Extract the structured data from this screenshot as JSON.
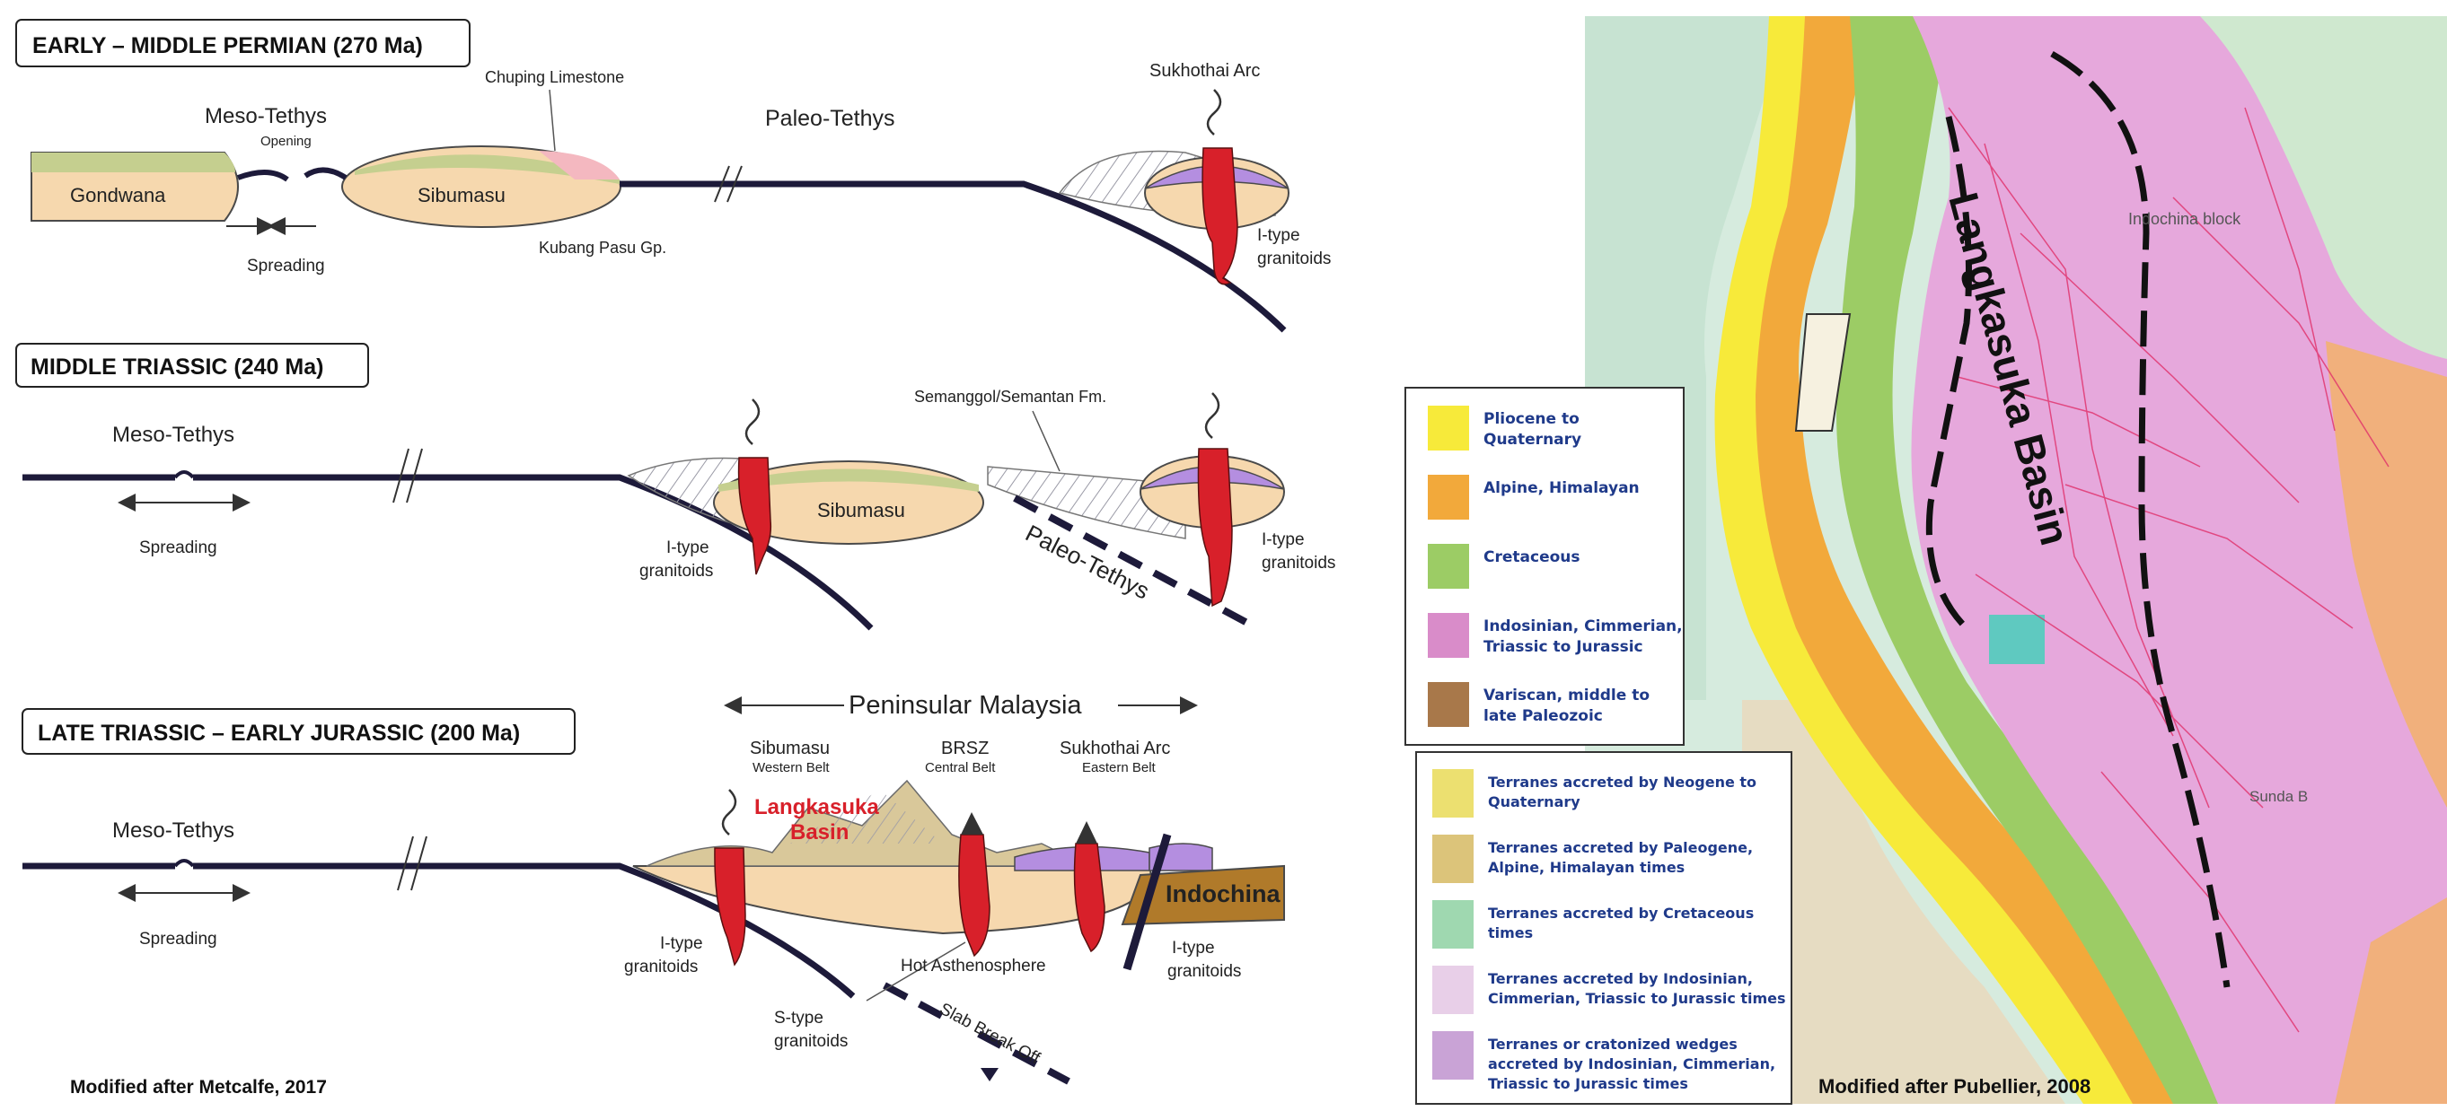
{
  "left_panel": {
    "stages": [
      {
        "title": "EARLY – MIDDLE PERMIAN (270 Ma)"
      },
      {
        "title": "MIDDLE TRIASSIC (240 Ma)"
      },
      {
        "title": "LATE TRIASSIC – EARLY JURASSIC (200 Ma)"
      }
    ],
    "permian": {
      "meso_tethys": "Meso-Tethys",
      "opening": "Opening",
      "gondwana": "Gondwana",
      "sibumasu": "Sibumasu",
      "chuping": "Chuping Limestone",
      "kubang": "Kubang Pasu Gp.",
      "spreading": "Spreading",
      "paleo_tethys": "Paleo-Tethys",
      "sukhothai_arc": "Sukhothai Arc",
      "granitoids_1": "I-type",
      "granitoids_2": "granitoids"
    },
    "triassic": {
      "meso_tethys": "Meso-Tethys",
      "spreading": "Spreading",
      "sibumasu": "Sibumasu",
      "semanggol": "Semanggol/Semantan Fm.",
      "paleo_tethys": "Paleo-Tethys",
      "granitoids_a1": "I-type",
      "granitoids_a2": "granitoids",
      "granitoids_b1": "I-type",
      "granitoids_b2": "granitoids"
    },
    "jurassic": {
      "meso_tethys": "Meso-Tethys",
      "spreading": "Spreading",
      "peninsular": "Peninsular Malaysia",
      "sibumasu": "Sibumasu",
      "western_belt": "Western Belt",
      "brsz": "BRSZ",
      "central_belt": "Central Belt",
      "sukhothai": "Sukhothai Arc",
      "eastern_belt": "Eastern Belt",
      "langkasuka_1": "Langkasuka",
      "langkasuka_2": "Basin",
      "indochina": "Indochina",
      "itype_a1": "I-type",
      "itype_a2": "granitoids",
      "stype_1": "S-type",
      "stype_2": "granitoids",
      "hot_asthenosphere": "Hot Asthenosphere",
      "slab_break": "Slab Break Off",
      "itype_b1": "I-type",
      "itype_b2": "granitoids"
    },
    "credit": "Modified after Metcalfe, 2017"
  },
  "legend": {
    "top": [
      {
        "lines": [
          "Pliocene to",
          "Quaternary"
        ],
        "color": "#f7ea3a"
      },
      {
        "lines": [
          "Alpine, Himalayan"
        ],
        "color": "#f2a93b"
      },
      {
        "lines": [
          "Cretaceous"
        ],
        "color": "#9ccc65"
      },
      {
        "lines": [
          "Indosinian, Cimmerian,",
          "Triassic to Jurassic"
        ],
        "color": "#d98cc9"
      },
      {
        "lines": [
          "Variscan, middle to",
          "late Paleozoic"
        ],
        "color": "#a8784a"
      }
    ],
    "bottom": [
      {
        "lines": [
          "Terranes accreted by Neogene to",
          "Quaternary"
        ],
        "color": "#ece070"
      },
      {
        "lines": [
          "Terranes accreted by Paleogene,",
          "Alpine, Himalayan times"
        ],
        "color": "#dcc47a"
      },
      {
        "lines": [
          "Terranes accreted by Cretaceous",
          "times"
        ],
        "color": "#9fd8b0"
      },
      {
        "lines": [
          "Terranes accreted by Indosinian,",
          "Cimmerian, Triassic to Jurassic times"
        ],
        "color": "#e8cfe8"
      },
      {
        "lines": [
          "Terranes or cratonized wedges",
          "accreted by Indosinian, Cimmerian,",
          "Triassic to Jurassic times"
        ],
        "color": "#c9a3d6"
      }
    ]
  },
  "map": {
    "basin_label": "Langkasuka Basin",
    "indochina_block": "Indochina block",
    "sunda": "Sunda B",
    "credit": "Modified after Pubellier, 2008"
  }
}
